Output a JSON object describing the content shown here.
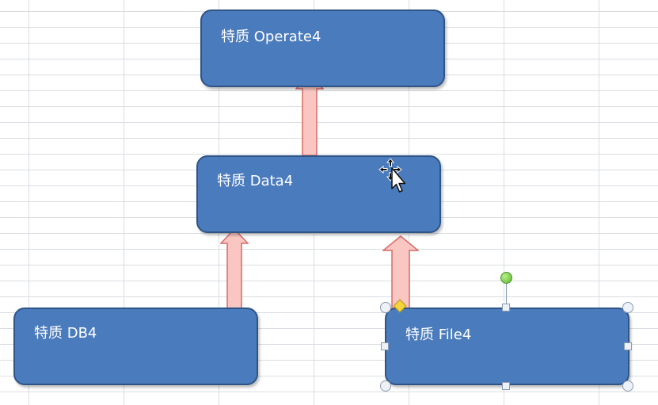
{
  "diagram": {
    "boxes": {
      "operate": "特质  Operate4",
      "data": "特质  Data4",
      "db": "特质  DB4",
      "file": "特质  File4"
    }
  },
  "colors": {
    "box_fill": "#4a7bbd",
    "box_border": "#2f5587",
    "arrow_fill": "#f9c6c1",
    "arrow_stroke": "#d86a66",
    "selection_handle": "#eef2f8",
    "rotate_handle": "#57b82c",
    "adjust_handle": "#f5d43b"
  },
  "icons": {
    "cursor": "move-cursor-icon"
  }
}
